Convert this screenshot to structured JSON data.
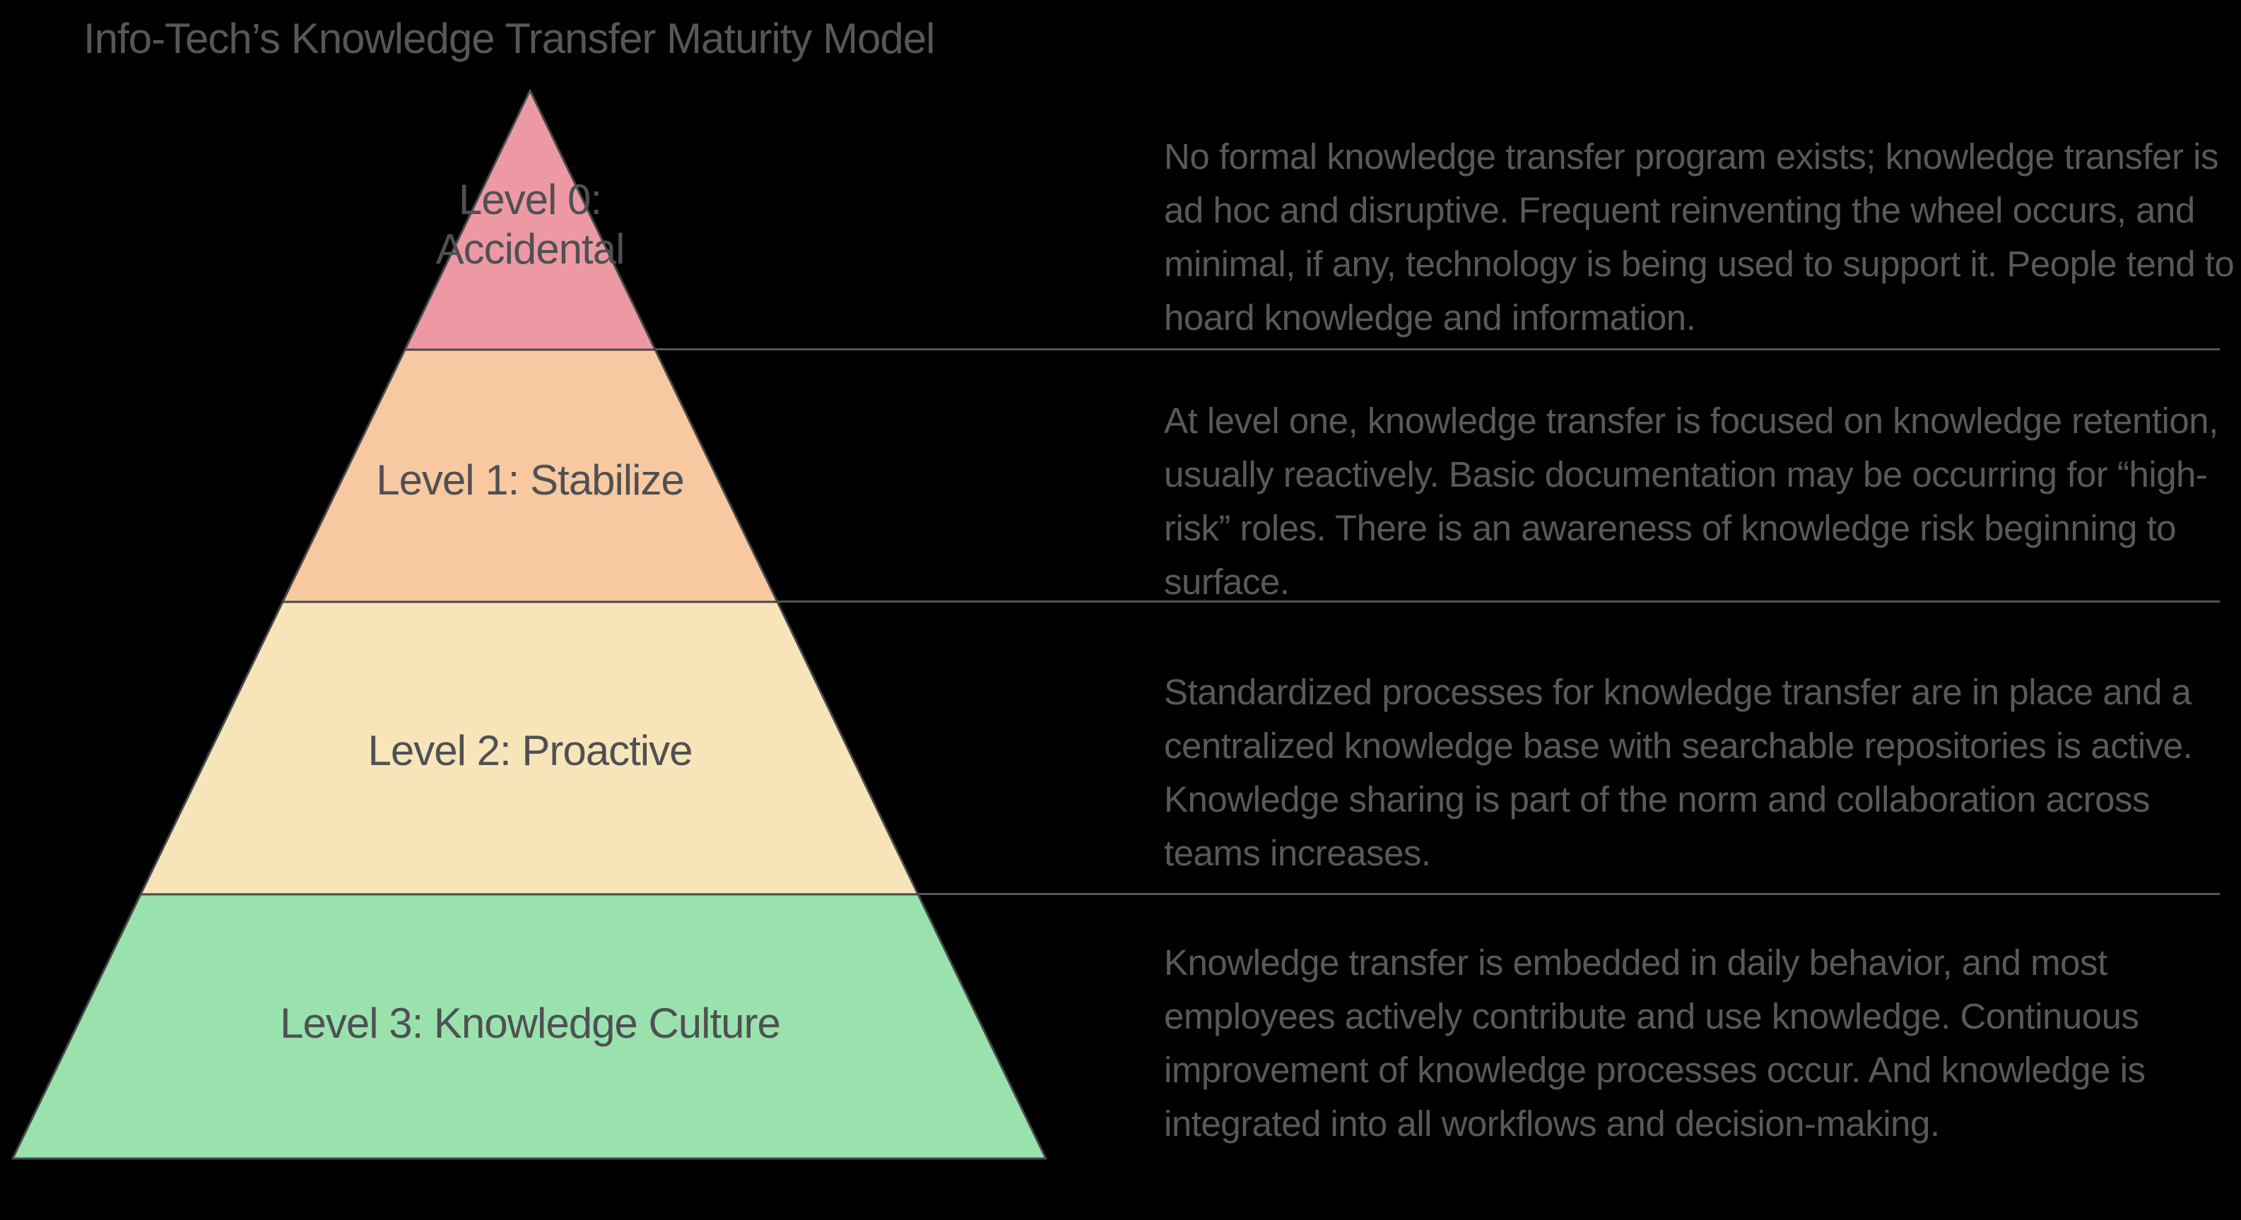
{
  "title": "Info-Tech’s Knowledge Transfer Maturity Model",
  "colors": {
    "background": "#000000",
    "level0_band": "#EC99A4",
    "level1_band": "#F8C9A0",
    "level2_band": "#F7E5B9",
    "level3_band": "#9AE2AD",
    "pyramid_outline": "#47484B",
    "divider_line": "#55565A",
    "label_text": "#4F5054",
    "body_text": "#59595C"
  },
  "levels": [
    {
      "label": "Level 0: Accidental",
      "color": "#EC99A4",
      "description": "No formal knowledge transfer program exists; knowledge transfer is ad hoc and disruptive. Frequent reinventing the wheel occurs, and minimal, if any, technology is being used to support it. People tend to hoard knowledge and information."
    },
    {
      "label": "Level 1: Stabilize",
      "color": "#F8C9A0",
      "description": "At level one, knowledge transfer is focused on knowledge retention, usually reactively. Basic documentation may be occurring for “high-risk” roles. There is an awareness of knowledge risk beginning to surface."
    },
    {
      "label": "Level 2: Proactive",
      "color": "#F7E5B9",
      "description": "Standardized processes for knowledge transfer are in place and a centralized knowledge base with searchable repositories is active. Knowledge sharing is part of the norm and collaboration across teams increases."
    },
    {
      "label": "Level 3: Knowledge Culture",
      "color": "#9AE2AD",
      "description": "Knowledge transfer is embedded in daily behavior, and most employees actively contribute and use knowledge. Continuous improvement of knowledge processes occur. And knowledge is integrated into all workflows and decision-making."
    }
  ]
}
